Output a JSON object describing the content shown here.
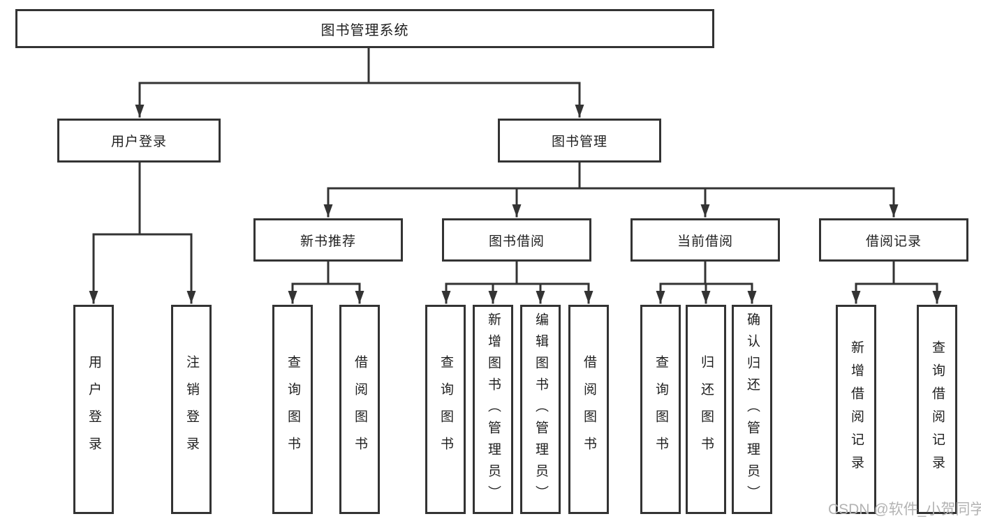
{
  "diagram": {
    "type": "hierarchy-tree",
    "root": "图书管理系统",
    "level2": {
      "user_login": "用户登录",
      "book_management": "图书管理"
    },
    "level3": {
      "new_book": "新书推荐",
      "book_borrow": "图书借阅",
      "current_borrow": "当前借阅",
      "borrow_records": "借阅记录"
    },
    "leaves": {
      "user_login": [
        "用户登录",
        "注销登录"
      ],
      "new_book": [
        "查询图书",
        "借阅图书"
      ],
      "book_borrow": [
        "查询图书",
        "新增图书（管理员）",
        "编辑图书（管理员）",
        "借阅图书"
      ],
      "current_borrow": [
        "查询图书",
        "归还图书",
        "确认归还（管理员）"
      ],
      "borrow_records": [
        "新增借阅记录",
        "查询借阅记录"
      ]
    }
  },
  "watermark": "CSDN @软件_小贺同学",
  "colors": {
    "line": "#333333",
    "box_border": "#333333",
    "text": "#1f1f1f",
    "watermark": "#b3b3b3",
    "background": "#ffffff"
  }
}
